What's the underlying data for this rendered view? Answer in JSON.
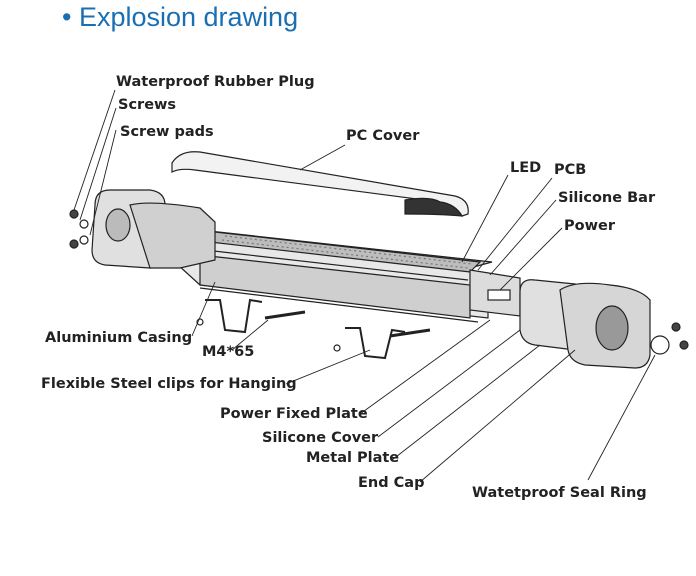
{
  "title": "Explosion drawing",
  "bullet": "•",
  "labels": {
    "waterproof_rubber_plug": "Waterproof Rubber Plug",
    "screws": "Screws",
    "screw_pads": "Screw pads",
    "pc_cover": "PC Cover",
    "led": "LED",
    "pcb": "PCB",
    "silicone_bar": "Silicone Bar",
    "power": "Power",
    "aluminium_casing": "Aluminium Casing",
    "m4_65": "M4*65",
    "flexible_steel_clips": "Flexible Steel clips for Hanging",
    "power_fixed_plate": "Power Fixed Plate",
    "silicone_cover": "Silicone Cover",
    "metal_plate": "Metal Plate",
    "end_cap": "End Cap",
    "seal_ring": "Watetproof Seal Ring"
  }
}
